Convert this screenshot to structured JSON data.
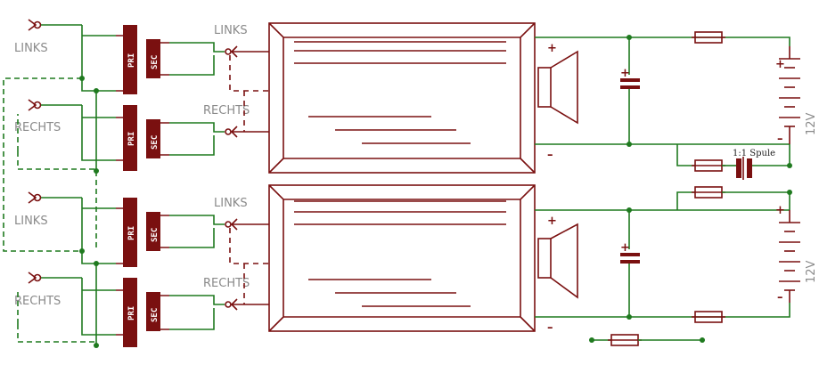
{
  "inputs": [
    {
      "label": "LINKS"
    },
    {
      "label": "RECHTS"
    },
    {
      "label": "LINKS"
    },
    {
      "label": "RECHTS"
    }
  ],
  "transformer": {
    "primary_label": "PRI",
    "secondary_label": "SEC"
  },
  "amp_inputs": [
    {
      "label": "LINKS"
    },
    {
      "label": "RECHTS"
    },
    {
      "label": "LINKS"
    },
    {
      "label": "RECHTS"
    }
  ],
  "polarity": {
    "plus": "+",
    "minus": "–"
  },
  "coil": {
    "label": "1:1 Spule"
  },
  "battery": {
    "label": "12V"
  },
  "colors": {
    "wire": "#1f7a1f",
    "component": "#7a1010",
    "label": "#8a8a8a"
  }
}
